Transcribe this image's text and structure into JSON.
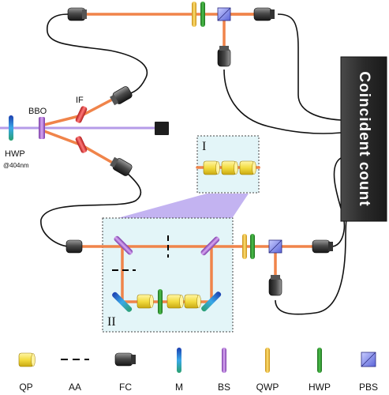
{
  "labels": {
    "bbo": "BBO",
    "if": "IF",
    "hwp": "HWP",
    "hwp_sub": "@404nm",
    "region_one": "I",
    "region_two": "II",
    "coincident_count": "Coincident count"
  },
  "legend": [
    {
      "key": "qp",
      "label": "QP"
    },
    {
      "key": "aa",
      "label": "AA"
    },
    {
      "key": "fc",
      "label": "FC"
    },
    {
      "key": "m",
      "label": "M"
    },
    {
      "key": "bs",
      "label": "BS"
    },
    {
      "key": "qwp",
      "label": "QWP"
    },
    {
      "key": "hwp",
      "label": "HWP"
    },
    {
      "key": "pbs",
      "label": "PBS"
    }
  ],
  "colors": {
    "beam_orange": "#f0844a",
    "pump_purple": "#b59be8",
    "box_fill": "#e3f5f8",
    "qp_yellow": "#f3dc40",
    "hwp_green": "#3aa63a",
    "qwp_yellow": "#f3c43a",
    "bs_purple": "#b07fd8",
    "mirror_blue": "#2a6fd0",
    "pbs_blue": "#7c86e8",
    "counter_bg": "#2e2e2e"
  }
}
